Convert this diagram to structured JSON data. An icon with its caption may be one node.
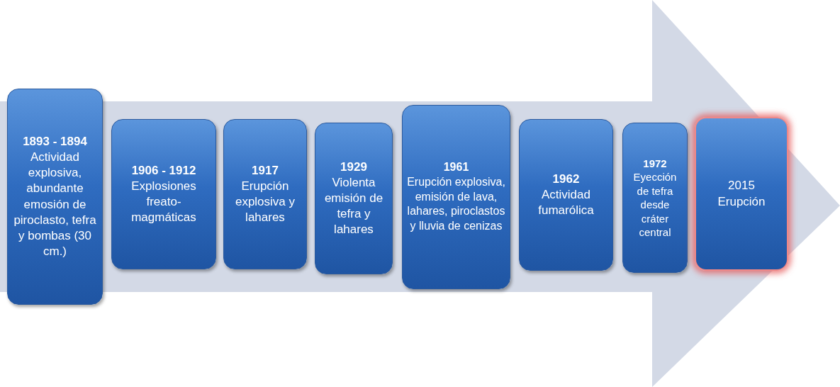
{
  "diagram": {
    "nodes": [
      {
        "text": [
          "1893 - 1894",
          "Actividad explosiva, abundante emosión de piroclasto, tefra y bombas (30 cm.)"
        ]
      },
      {
        "text": [
          "1906 - 1912",
          "Explosiones freato-magmáticas"
        ]
      },
      {
        "text": [
          "1917",
          "Erupción explosiva y lahares"
        ]
      },
      {
        "text": [
          "1929",
          "Violenta emisión de tefra y lahares"
        ]
      },
      {
        "text": [
          "1961",
          "Erupción explosiva, emisión de lava, lahares, piroclastos y lluvia de cenizas"
        ]
      },
      {
        "text": [
          "1962",
          "Actividad fumarólica"
        ]
      },
      {
        "text": [
          "1972",
          "Eyección de tefra desde cráter central"
        ]
      },
      {
        "text": [
          "2015 Erupción"
        ]
      }
    ]
  }
}
